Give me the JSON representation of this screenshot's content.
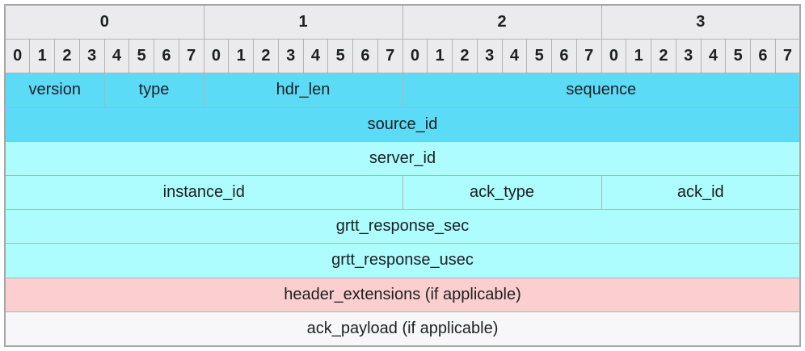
{
  "colors": {
    "header_bg": "#ebebed",
    "cyan_bright": "#5cdbf7",
    "cyan_pale": "#adfcfe",
    "pink": "#fbcfcf",
    "white_row": "#f7f7f9",
    "border": "#b3b3b3",
    "text": "#1d1f21"
  },
  "table": {
    "byte_labels": [
      "0",
      "1",
      "2",
      "3"
    ],
    "bit_labels": [
      "0",
      "1",
      "2",
      "3",
      "4",
      "5",
      "6",
      "7"
    ],
    "byte_groups": 4,
    "bits_total": 32,
    "field_rows": [
      {
        "cells": [
          {
            "label": "version",
            "bits": 4,
            "fill": "cyan_bright"
          },
          {
            "label": "type",
            "bits": 4,
            "fill": "cyan_bright"
          },
          {
            "label": "hdr_len",
            "bits": 8,
            "fill": "cyan_bright"
          },
          {
            "label": "sequence",
            "bits": 16,
            "fill": "cyan_bright"
          }
        ]
      },
      {
        "cells": [
          {
            "label": "source_id",
            "bits": 32,
            "fill": "cyan_bright"
          }
        ]
      },
      {
        "cells": [
          {
            "label": "server_id",
            "bits": 32,
            "fill": "cyan_pale"
          }
        ]
      },
      {
        "cells": [
          {
            "label": "instance_id",
            "bits": 16,
            "fill": "cyan_pale"
          },
          {
            "label": "ack_type",
            "bits": 8,
            "fill": "cyan_pale"
          },
          {
            "label": "ack_id",
            "bits": 8,
            "fill": "cyan_pale"
          }
        ]
      },
      {
        "cells": [
          {
            "label": "grtt_response_sec",
            "bits": 32,
            "fill": "cyan_pale"
          }
        ]
      },
      {
        "cells": [
          {
            "label": "grtt_response_usec",
            "bits": 32,
            "fill": "cyan_pale"
          }
        ]
      },
      {
        "cells": [
          {
            "label": "header_extensions (if applicable)",
            "bits": 32,
            "fill": "pink"
          }
        ]
      },
      {
        "cells": [
          {
            "label": "ack_payload (if applicable)",
            "bits": 32,
            "fill": "white_row"
          }
        ]
      }
    ]
  }
}
